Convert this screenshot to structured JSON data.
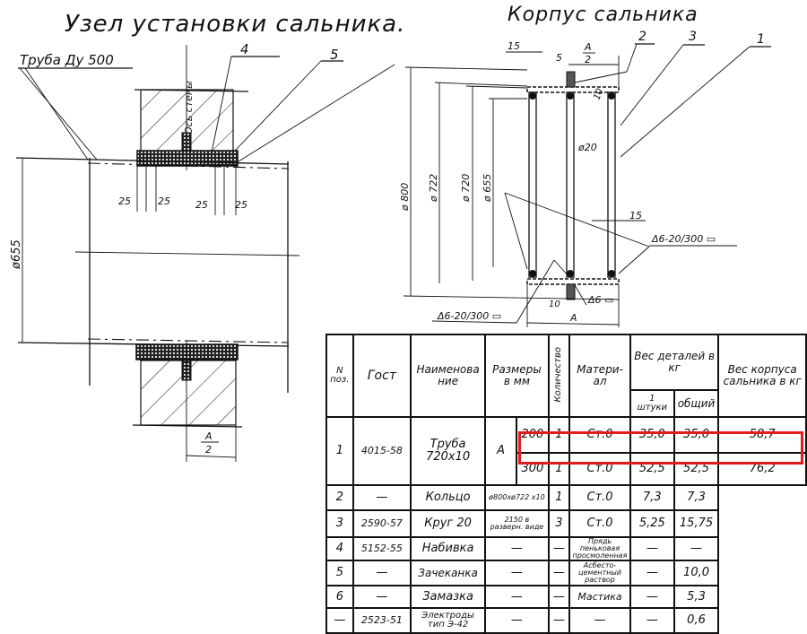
{
  "titles": {
    "assembly": "Узел установки сальника.",
    "housing": "Корпус сальника"
  },
  "assembly_view": {
    "pipe_label": "Труба Ду 500",
    "wall_axis_label": "Ось стены",
    "callouts": [
      "4",
      "5"
    ],
    "dimensions": {
      "diameter": "ø655",
      "gap_left_a": "25",
      "gap_left_b": "25",
      "gap_right_a": "25",
      "gap_right_b": "25",
      "half_length_num": "А",
      "half_length_den": "2"
    }
  },
  "housing_view": {
    "callouts": [
      "2",
      "3",
      "1"
    ],
    "dimensions": {
      "flange_offset": "15",
      "rib_width": "5",
      "half_length_num": "А",
      "half_length_den": "2",
      "wall_thickness": "10",
      "rod_diameter": "ø20",
      "rod_spacing": "15",
      "d800": "ø 800",
      "d722": "ø 722",
      "d720": "ø 720",
      "d655": "ø 655",
      "rib_offset": "10",
      "length": "А"
    },
    "weld_marks": {
      "right": "Δ6-20/300 ▭",
      "left": "Δ6-20/300 ▭",
      "bottom": "Δ6 ▭"
    }
  },
  "spec_table": {
    "headers": {
      "pos": "N поз.",
      "gost": "Гост",
      "name": "Наименова ние",
      "size": "Размеры в мм",
      "qty": "Количество",
      "material": "Матери- ал",
      "weight_group": "Вес деталей в кг",
      "weight_unit": "1 штуки",
      "weight_total": "общий",
      "housing_weight": "Вес корпуса сальника в кг"
    },
    "rows": [
      {
        "pos": "1",
        "gost": "4015-58",
        "name": "Труба 720x10",
        "size_sym": "А",
        "size": "200",
        "qty": "1",
        "material": "Ст.0",
        "w_unit": "35,0",
        "w_total": "35,0",
        "housing": "58,7"
      },
      {
        "size": "300",
        "qty": "1",
        "material": "Ст.0",
        "w_unit": "52,5",
        "w_total": "52,5",
        "housing": "76,2"
      },
      {
        "pos": "2",
        "gost": "—",
        "name": "Кольцо",
        "size": "ø800xø722 x10",
        "qty": "1",
        "material": "Ст.0",
        "w_unit": "7,3",
        "w_total": "7,3"
      },
      {
        "pos": "3",
        "gost": "2590-57",
        "name": "Круг 20",
        "size": "2150 в разверн. виде",
        "qty": "3",
        "material": "Ст.0",
        "w_unit": "5,25",
        "w_total": "15,75"
      },
      {
        "pos": "4",
        "gost": "5152-55",
        "name": "Набивка",
        "size": "—",
        "qty": "—",
        "material": "Прядь пеньковая просмоленная",
        "w_unit": "—",
        "w_total": "—"
      },
      {
        "pos": "5",
        "gost": "—",
        "name": "Зачеканка",
        "size": "—",
        "qty": "—",
        "material": "Асбесто-цементный раствор",
        "w_unit": "—",
        "w_total": "10,0"
      },
      {
        "pos": "6",
        "gost": "—",
        "name": "Замазка",
        "size": "—",
        "qty": "—",
        "material": "Мастика",
        "w_unit": "—",
        "w_total": "5,3"
      },
      {
        "pos": "—",
        "gost": "2523-51",
        "name": "Электроды тип Э-42",
        "size": "—",
        "qty": "—",
        "material": "—",
        "w_unit": "—",
        "w_total": "0,6"
      }
    ],
    "highlight_color": "#e21b1b"
  }
}
